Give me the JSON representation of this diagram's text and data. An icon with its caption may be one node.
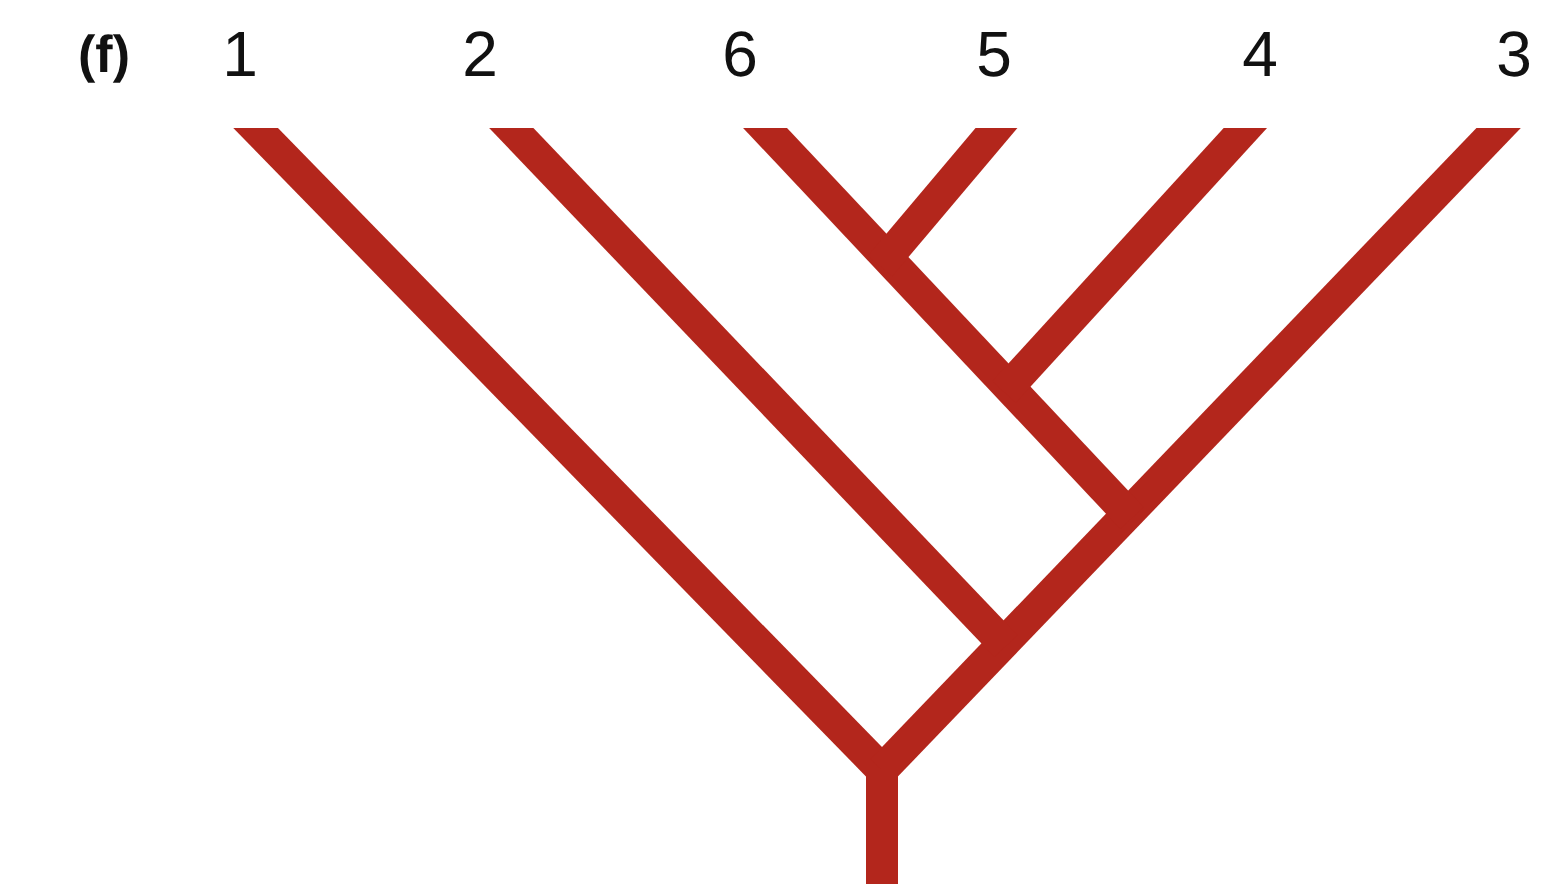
{
  "diagram": {
    "labels": [
      "(f)",
      "1",
      "2",
      "6",
      "5",
      "4",
      "3"
    ]
  }
}
